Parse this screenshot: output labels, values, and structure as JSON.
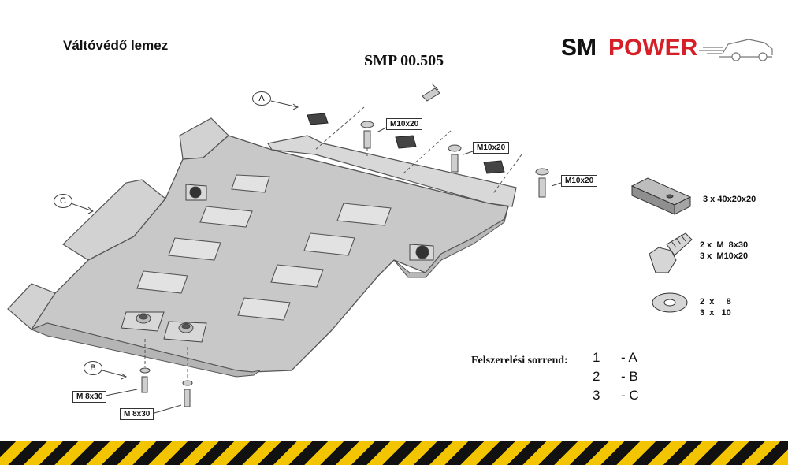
{
  "header": {
    "title": "Váltóvédő lemez",
    "part_number": "SMP 00.505"
  },
  "logo": {
    "text_sm": "SM",
    "text_power": "POWER",
    "color_sm": "#111111",
    "color_power": "#d61f26"
  },
  "callouts": {
    "a_letter": "A",
    "b_letter": "B",
    "c_letter": "C",
    "bolt_top_1": "M10x20",
    "bolt_top_2": "M10x20",
    "bolt_top_3": "M10x20",
    "bolt_bottom_1": "M 8x30",
    "bolt_bottom_2": "M 8x30"
  },
  "kit": {
    "plate_label": "3 x 40x20x20",
    "bolt_line1": "2 x  M  8x30",
    "bolt_line2": "3 x  M10x20",
    "washer_line1": "2  x     8",
    "washer_line2": "3  x   10"
  },
  "sequence": {
    "title": "Felszerelési sorrend:",
    "steps": [
      {
        "num": "1",
        "letter": "- A"
      },
      {
        "num": "2",
        "letter": "- B"
      },
      {
        "num": "3",
        "letter": "- C"
      }
    ]
  },
  "colors": {
    "plate_fill": "#c9c9c9",
    "plate_edge": "#555555",
    "hazard_yellow": "#f2c500",
    "hazard_black": "#111111"
  }
}
